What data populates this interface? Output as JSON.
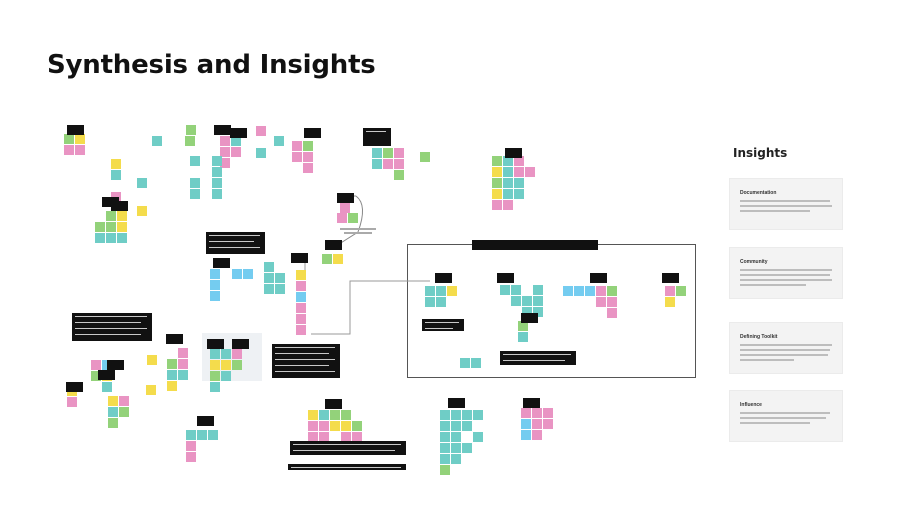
{
  "page": {
    "title": "Synthesis and Insights"
  },
  "insights_panel": {
    "title": "Insights",
    "cards": [
      {
        "title": "Documentation"
      },
      {
        "title": "Community"
      },
      {
        "title": "Defining Toolkit"
      },
      {
        "title": "Influence"
      }
    ]
  },
  "colors": {
    "teal": "#6fcdc6",
    "pink": "#e994c3",
    "yellow": "#f4dc4c",
    "green": "#93d27a",
    "blue": "#74ccf0",
    "header": "#111111",
    "frame": "#555555"
  }
}
